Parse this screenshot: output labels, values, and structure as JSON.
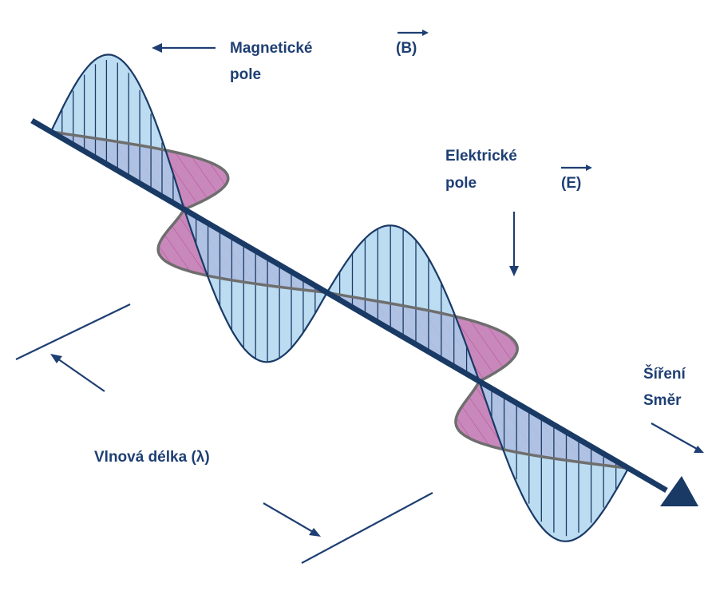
{
  "labels": {
    "magnetic_line1": "Magnetické",
    "magnetic_line2": "pole",
    "magnetic_symbol": "(B)",
    "electric_line1": "Elektrické",
    "electric_line2": "pole",
    "electric_symbol": "(E)",
    "propagation_line1": "Šíření",
    "propagation_line2": "Směr",
    "wavelength": "Vlnová délka (λ)"
  },
  "colors": {
    "axis": "#1a3a66",
    "magnetic_fill": "#a9d2ee",
    "magnetic_stroke": "#1a3a66",
    "electric_fill": "#c988bb",
    "electric_stroke": "#6e6e6e",
    "hatch_electric": "#b04d92",
    "text": "#1e3f73"
  }
}
